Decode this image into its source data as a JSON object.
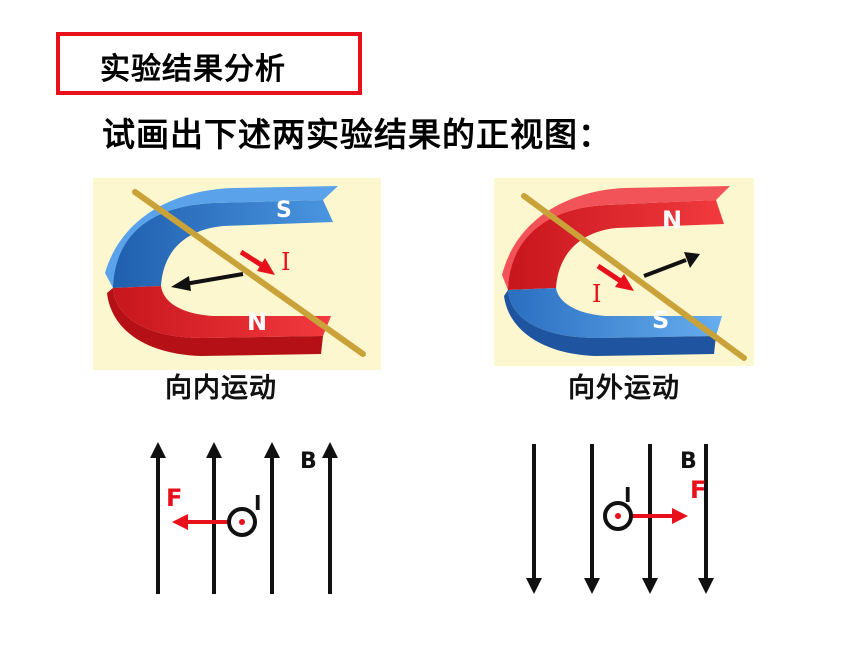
{
  "header": {
    "title": "实验结果分析",
    "question": "试画出下述两实验结果的正视图："
  },
  "experiments": [
    {
      "caption": "向内运动",
      "pole_top": "S",
      "pole_bottom": "N",
      "current_label": "I"
    },
    {
      "caption": "向外运动",
      "pole_top": "N",
      "pole_bottom": "S",
      "current_label": "I"
    }
  ],
  "diagrams": [
    {
      "field_label": "B",
      "force_label": "F",
      "current_label": "I",
      "field_direction": "up",
      "force_direction": "left"
    },
    {
      "field_label": "B",
      "force_label": "F",
      "current_label": "I",
      "field_direction": "down",
      "force_direction": "right"
    }
  ],
  "colors": {
    "title_border": "#e8101a",
    "magnet_red": "#e5232a",
    "magnet_blue": "#2f7fd0",
    "photo_bg": "#fdf7cf",
    "rod": "#c9a23a",
    "force": "#e8101a"
  }
}
